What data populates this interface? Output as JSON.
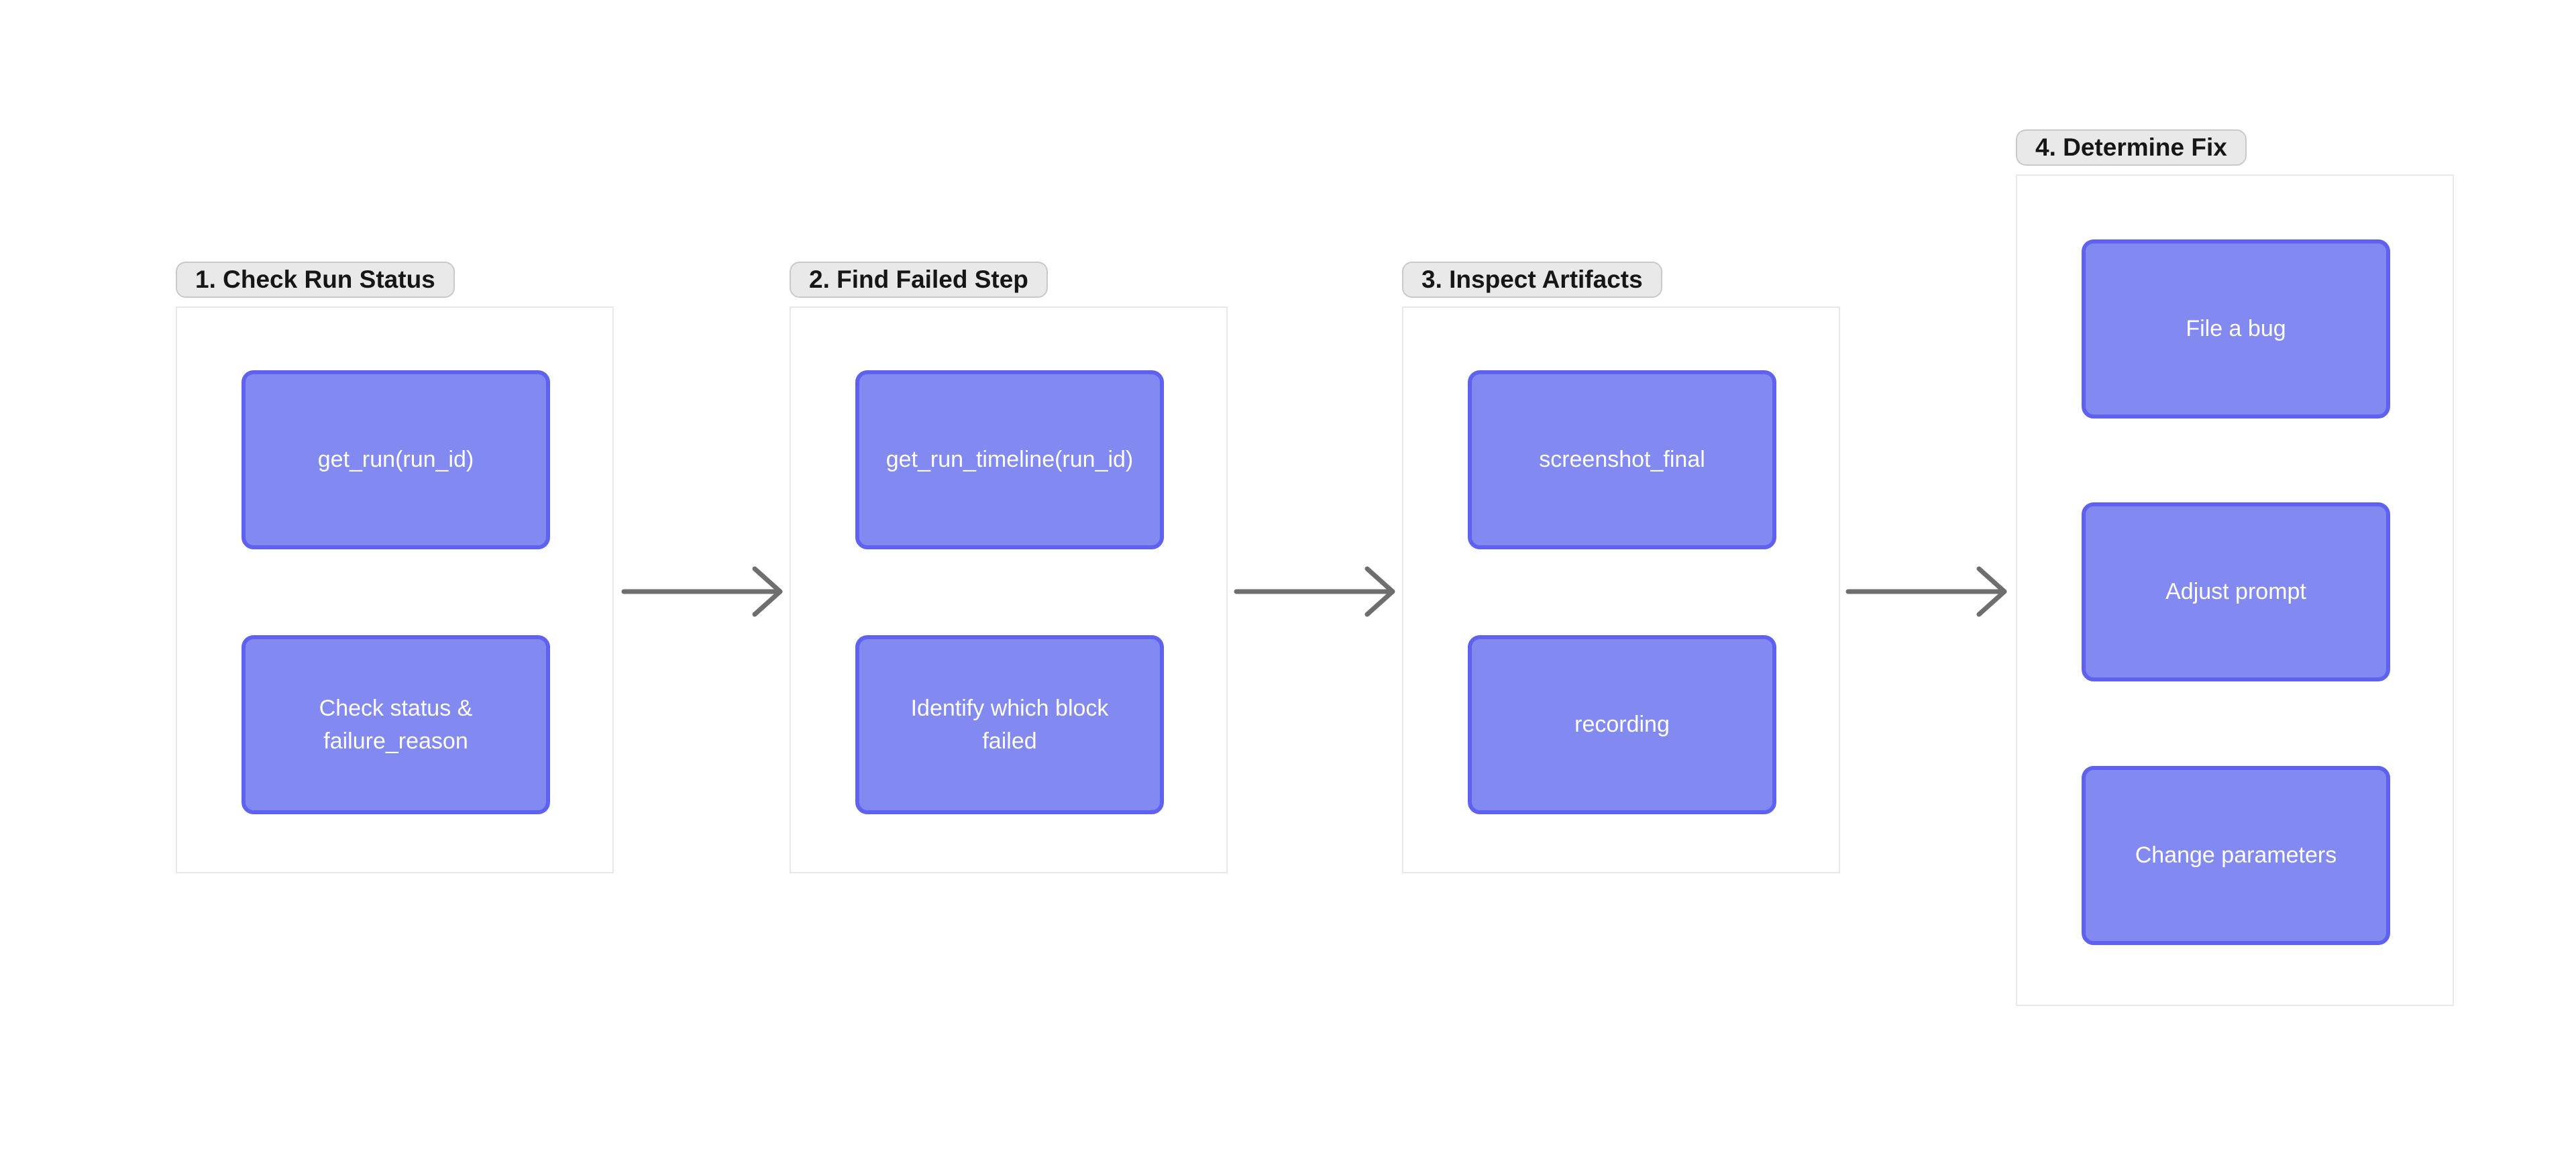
{
  "colors": {
    "node_fill": "#8289f0",
    "node_border": "#5e62ef",
    "node_text": "#ffffff",
    "label_bg": "#e9e9e9",
    "label_border": "#c9c9c9",
    "label_text": "#161616",
    "frame_bg": "#ffffff",
    "frame_border": "#e8e8e8",
    "arrow": "#6e6e6e",
    "page_bg": "#ffffff"
  },
  "groups": [
    {
      "label": "1. Check Run Status",
      "nodes": [
        {
          "text": "get_run(run_id)"
        },
        {
          "text": "Check status &\nfailure_reason"
        }
      ]
    },
    {
      "label": "2. Find Failed Step",
      "nodes": [
        {
          "text": "get_run_timeline(run_id)"
        },
        {
          "text": "Identify which block\nfailed"
        }
      ]
    },
    {
      "label": "3. Inspect Artifacts",
      "nodes": [
        {
          "text": "screenshot_final"
        },
        {
          "text": "recording"
        }
      ]
    },
    {
      "label": "4. Determine Fix",
      "nodes": [
        {
          "text": "File a bug"
        },
        {
          "text": "Adjust prompt"
        },
        {
          "text": "Change parameters"
        }
      ]
    }
  ],
  "connectors": [
    {
      "from": "1. Check Run Status",
      "to": "2. Find Failed Step"
    },
    {
      "from": "2. Find Failed Step",
      "to": "3. Inspect Artifacts"
    },
    {
      "from": "3. Inspect Artifacts",
      "to": "4. Determine Fix"
    }
  ]
}
